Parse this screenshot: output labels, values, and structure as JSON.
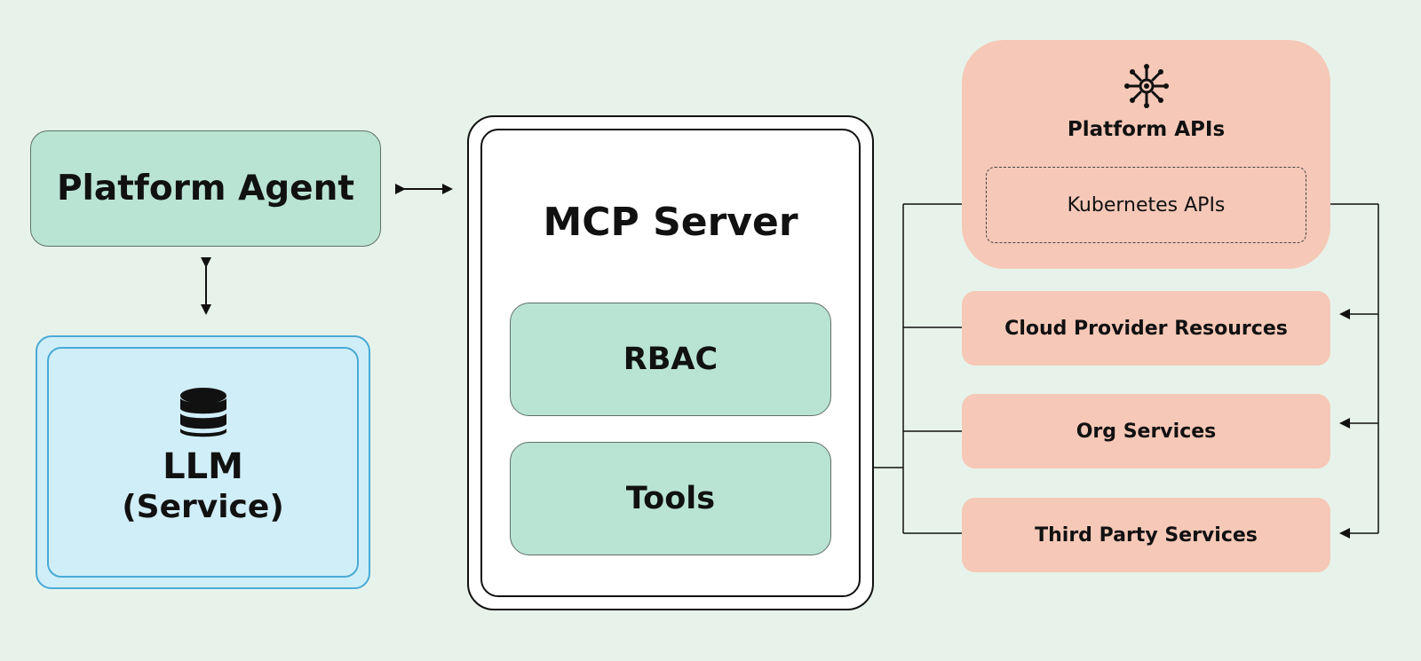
{
  "diagram": {
    "platform_agent": {
      "label": "Platform Agent",
      "color": "#b9e4d4"
    },
    "llm": {
      "title": "LLM",
      "subtitle": "(Service)",
      "icon": "database-icon",
      "color": "#d0eef8"
    },
    "mcp_server": {
      "title": "MCP Server",
      "components": {
        "rbac": "RBAC",
        "tools": "Tools"
      }
    },
    "platform_apis": {
      "title": "Platform APIs",
      "icon": "network-gear-icon",
      "nested_api": "Kubernetes APIs",
      "color": "#f6c8b7"
    },
    "services": {
      "cloud_provider_resources": "Cloud Provider Resources",
      "org_services": "Org Services",
      "third_party_services": "Third Party Services"
    }
  }
}
